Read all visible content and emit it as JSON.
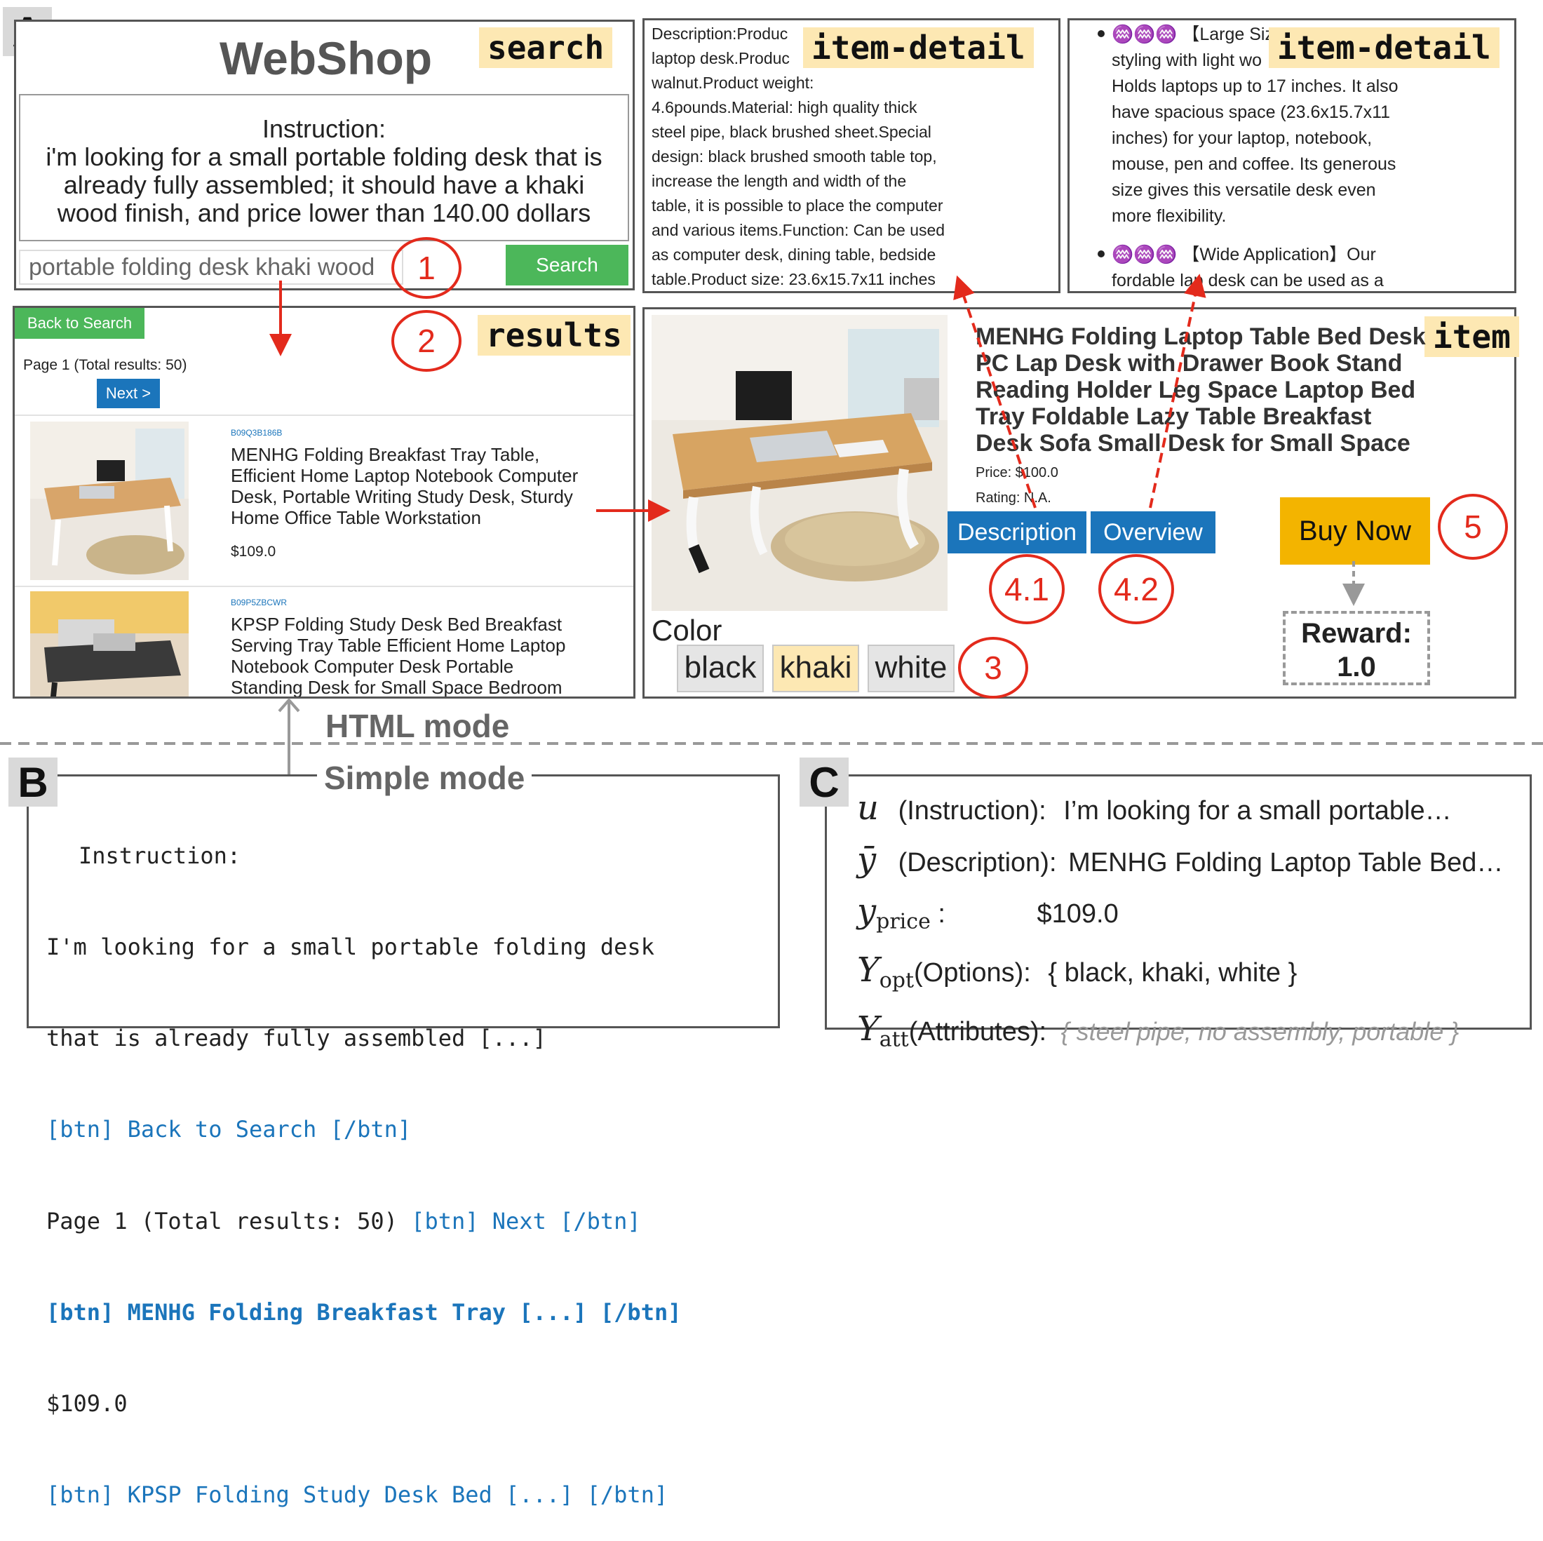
{
  "panel_a": {
    "letter": "A",
    "search": {
      "tag": "search",
      "site_title": "WebShop",
      "instruction_heading": "Instruction:",
      "instruction_lines": [
        "i'm looking for a small portable folding desk that is",
        "already fully assembled; it should have a khaki",
        "wood finish, and price lower than 140.00 dollars"
      ],
      "query_value": "portable folding desk khaki wood",
      "search_button": "Search",
      "step": "1"
    },
    "results": {
      "tag": "results",
      "step": "2",
      "back_button": "Back to Search",
      "page_info": "Page 1 (Total results: 50)",
      "next_button": "Next >",
      "items": [
        {
          "asin": "B09Q3B186B",
          "title_lines": [
            "MENHG Folding Breakfast Tray Table,",
            "Efficient Home Laptop Notebook Computer",
            "Desk, Portable Writing Study Desk, Sturdy",
            "Home Office Table Workstation"
          ],
          "price": "$109.0"
        },
        {
          "asin": "B09P5ZBCWR",
          "title_lines": [
            "KPSP Folding Study Desk Bed Breakfast",
            "Serving Tray Table Efficient Home Laptop",
            "Notebook Computer Desk Portable",
            "Standing Desk for Small Space Bedroom"
          ]
        }
      ]
    },
    "item_detail_1": {
      "tag": "item-detail",
      "lines": [
        "Description:Produc",
        "laptop desk.Produc",
        "walnut.Product weight:",
        "4.6pounds.Material: high quality thick",
        "steel pipe, black brushed sheet.Special",
        "design: black brushed smooth table top,",
        "increase the length and width of the",
        "table, it is possible to place the computer",
        "and various items.Function: Can be used",
        "as computer desk, dining table, bedside",
        "table.Product size: 23.6x15.7x11 inches"
      ]
    },
    "item_detail_2": {
      "tag": "item-detail",
      "bullet1_emoji": "♒♒♒",
      "bullet1_lines": [
        "【Large Siz",
        "styling with light wo",
        "Holds laptops up to 17 inches. It also",
        "have spacious space (23.6x15.7x11",
        "inches) for your laptop, notebook,",
        "mouse, pen and coffee. Its generous",
        "size gives this versatile desk even",
        "more flexibility."
      ],
      "bullet2_emoji": "♒♒♒",
      "bullet2_lines": [
        "【Wide Application】Our",
        "fordable lap desk can be used as a"
      ]
    },
    "item": {
      "tag": "item",
      "title_lines": [
        "MENHG Folding Laptop Table Bed Desk",
        "PC Lap Desk with Drawer Book Stand",
        "Reading Holder Leg Space Laptop Bed",
        "Tray Foldable Lazy Table Breakfast",
        "Desk Sofa Small Desk for Small Space"
      ],
      "price": "Price: $100.0",
      "rating": "Rating: N.A.",
      "description_button": "Description",
      "overview_button": "Overview",
      "step_desc": "4.1",
      "step_over": "4.2",
      "buy_button": "Buy Now",
      "step_buy": "5",
      "reward_label": "Reward:",
      "reward_value": "1.0",
      "color_label": "Color",
      "options": [
        "black",
        "khaki",
        "white"
      ],
      "step_options": "3"
    },
    "mode_html": "HTML mode",
    "mode_simple": "Simple mode"
  },
  "panel_b": {
    "letter": "B",
    "lines": [
      {
        "text": "Instruction:",
        "style": "plain"
      },
      {
        "text": "I'm looking for a small portable folding desk",
        "style": "plain"
      },
      {
        "text": "that is already fully assembled [...]",
        "style": "plain"
      },
      {
        "text": "[btn] Back to Search [/btn]",
        "style": "btn"
      },
      {
        "text": "Page 1 (Total results: 50)",
        "style": "plain",
        "suffix": " [btn] Next [/btn]"
      },
      {
        "text": "[btn] MENHG Folding Breakfast Tray [...] [/btn]",
        "style": "btnbold"
      },
      {
        "text": "$109.0",
        "style": "plain"
      },
      {
        "text": "[btn] KPSP Folding Study Desk Bed [...] [/btn]",
        "style": "btn"
      }
    ]
  },
  "panel_c": {
    "letter": "C",
    "rows": [
      {
        "symbol": "u",
        "sub": "",
        "label": "(Instruction):",
        "value": "I’m looking for a small portable…"
      },
      {
        "symbol": "ȳ",
        "sub": "",
        "label": "(Description):",
        "value": "MENHG Folding Laptop Table Bed…"
      },
      {
        "symbol": "y",
        "sub": "price",
        "label": ":",
        "value": "$109.0"
      },
      {
        "symbol": "Y",
        "sub": "opt",
        "label": "(Options):",
        "value": "{ black, khaki, white }"
      },
      {
        "symbol": "Y",
        "sub": "att",
        "label": "(Attributes):",
        "value": "{ steel pipe, no assembly, portable }"
      }
    ]
  },
  "colors": {
    "accent_red": "#e32a1c",
    "btn_blue": "#1b75bb",
    "btn_green": "#4cb75a",
    "tag_bg": "#fde8b3",
    "buy_orange": "#f3b400",
    "khaki_option": "#fde8b3"
  }
}
